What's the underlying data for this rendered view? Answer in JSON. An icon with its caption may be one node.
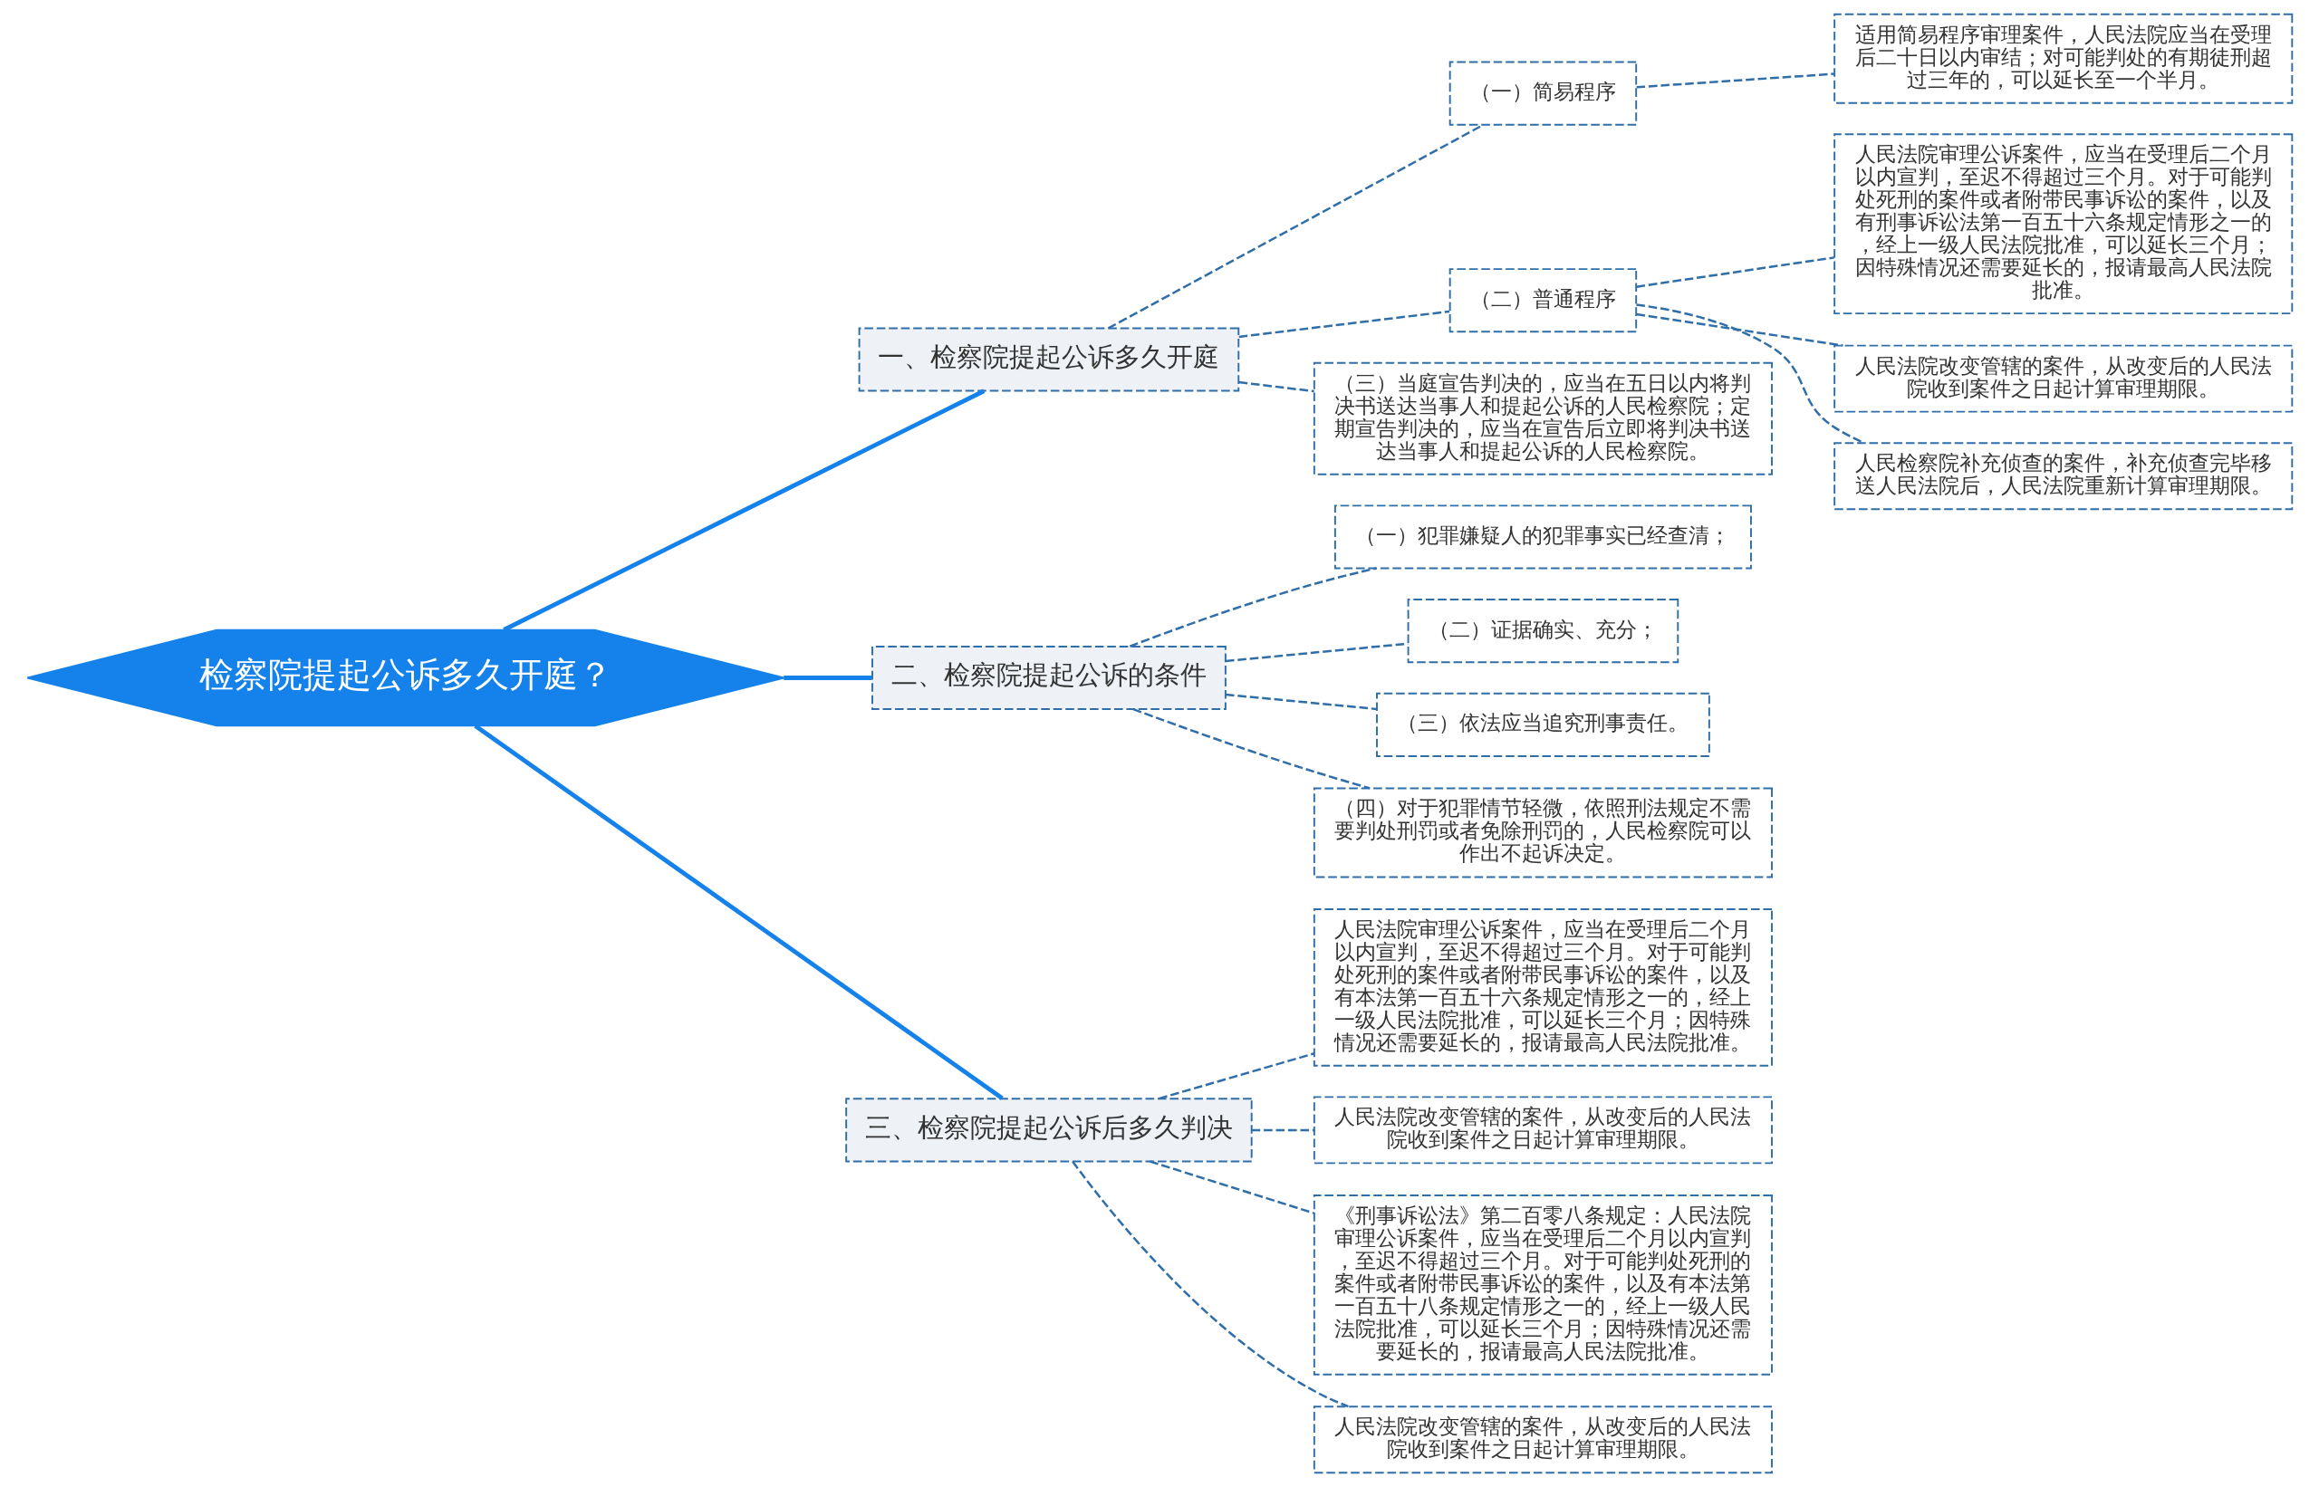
{
  "diagram": {
    "nodes": [
      {
        "text": [
          "检察院提起公诉多久开庭？"
        ]
      },
      {
        "text": [
          "一、检察院提起公诉多久开庭"
        ]
      },
      {
        "text": [
          "（一）简易程序"
        ]
      },
      {
        "text": [
          "适用简易程序审理案件，人民法院应当在受理后二十日以内审结；对可能判处的有期徒刑超过三年的，可以延长至一个半月。"
        ]
      },
      {
        "text": [
          "（二）普通程序"
        ]
      },
      {
        "text": [
          "人民法院审理公诉案件，应当在受理后二个月以内宣判，至迟不得超过三个月。对于可能判处死刑的案件或者附带民事诉讼的案件，以及有刑事诉讼法第一百五十六条规定情形之一的，经上一级人民法院批准，可以延长三个月；因特殊情况还需要延长的，报请最高人民法院批准。"
        ]
      },
      {
        "text": [
          "人民法院改变管辖的案件，从改变后的人民法院收到案件之日起计算审理期限。"
        ]
      },
      {
        "text": [
          "人民检察院补充侦查的案件，补充侦查完毕移送人民法院后，人民法院重新计算审理期限。"
        ]
      },
      {
        "text": [
          "（三）当庭宣告判决的，应当在五日以内将判决书送达当事人和提起公诉的人民检察院；定期宣告判决的，应当在宣告后立即将判决书送达当事人和提起公诉的人民检察院。"
        ]
      },
      {
        "text": [
          "二、检察院提起公诉的条件"
        ]
      },
      {
        "text": [
          "（一）犯罪嫌疑人的犯罪事实已经查清；"
        ]
      },
      {
        "text": [
          "（二）证据确实、充分；"
        ]
      },
      {
        "text": [
          "（三）依法应当追究刑事责任。"
        ]
      },
      {
        "text": [
          "（四）对于犯罪情节轻微，依照刑法规定不需要判处刑罚或者免除刑罚的，人民检察院可以作出不起诉决定。"
        ]
      },
      {
        "text": [
          "三、检察院提起公诉后多久判决"
        ]
      },
      {
        "text": [
          "人民法院审理公诉案件，应当在受理后二个月以内宣判，至迟不得超过三个月。对于可能判处死刑的案件或者附带民事诉讼的案件，以及有本法第一百五十六条规定情形之一的，经上一级人民法院批准，可以延长三个月；因特殊情况还需要延长的，报请最高人民法院批准。"
        ]
      },
      {
        "text": [
          "人民法院改变管辖的案件，从改变后的人民法院收到案件之日起计算审理期限。"
        ]
      },
      {
        "text": [
          "《刑事诉讼法》第二百零八条规定：人民法院审理公诉案件，应当在受理后二个月以内宣判，至迟不得超过三个月。对于可能判处死刑的案件或者附带民事诉讼的案件，以及有本法第一百五十八条规定情形之一的，经上一级人民法院批准，可以延长三个月；因特殊情况还需要延长的，报请最高人民法院批准。"
        ]
      },
      {
        "text": [
          "人民法院改变管辖的案件，从改变后的人民法院收到案件之日起计算审理期限。"
        ]
      }
    ],
    "edges": [
      {
        "from": 0,
        "to": 1,
        "arrow": "none"
      },
      {
        "from": 1,
        "to": 2,
        "arrow": "none",
        "style": "dashed"
      },
      {
        "from": 2,
        "to": 3,
        "arrow": "none",
        "style": "dashed"
      },
      {
        "from": 1,
        "to": 4,
        "arrow": "none",
        "style": "dashed"
      },
      {
        "from": 4,
        "to": 5,
        "arrow": "none",
        "style": "dashed"
      },
      {
        "from": 4,
        "to": 6,
        "arrow": "none",
        "style": "dashed"
      },
      {
        "from": 4,
        "to": 7,
        "arrow": "none",
        "style": "dashed"
      },
      {
        "from": 1,
        "to": 8,
        "arrow": "none",
        "style": "dashed"
      },
      {
        "from": 0,
        "to": 9,
        "arrow": "none"
      },
      {
        "from": 9,
        "to": 10,
        "arrow": "none",
        "style": "dashed"
      },
      {
        "from": 9,
        "to": 11,
        "arrow": "none",
        "style": "dashed"
      },
      {
        "from": 9,
        "to": 12,
        "arrow": "none",
        "style": "dashed"
      },
      {
        "from": 9,
        "to": 13,
        "arrow": "none",
        "style": "dashed"
      },
      {
        "from": 0,
        "to": 14,
        "arrow": "none"
      },
      {
        "from": 14,
        "to": 15,
        "arrow": "none",
        "style": "dashed"
      },
      {
        "from": 14,
        "to": 16,
        "arrow": "none",
        "style": "dashed"
      },
      {
        "from": 14,
        "to": 17,
        "arrow": "none",
        "style": "dashed"
      },
      {
        "from": 14,
        "to": 18,
        "arrow": "none",
        "style": "dashed"
      }
    ]
  }
}
